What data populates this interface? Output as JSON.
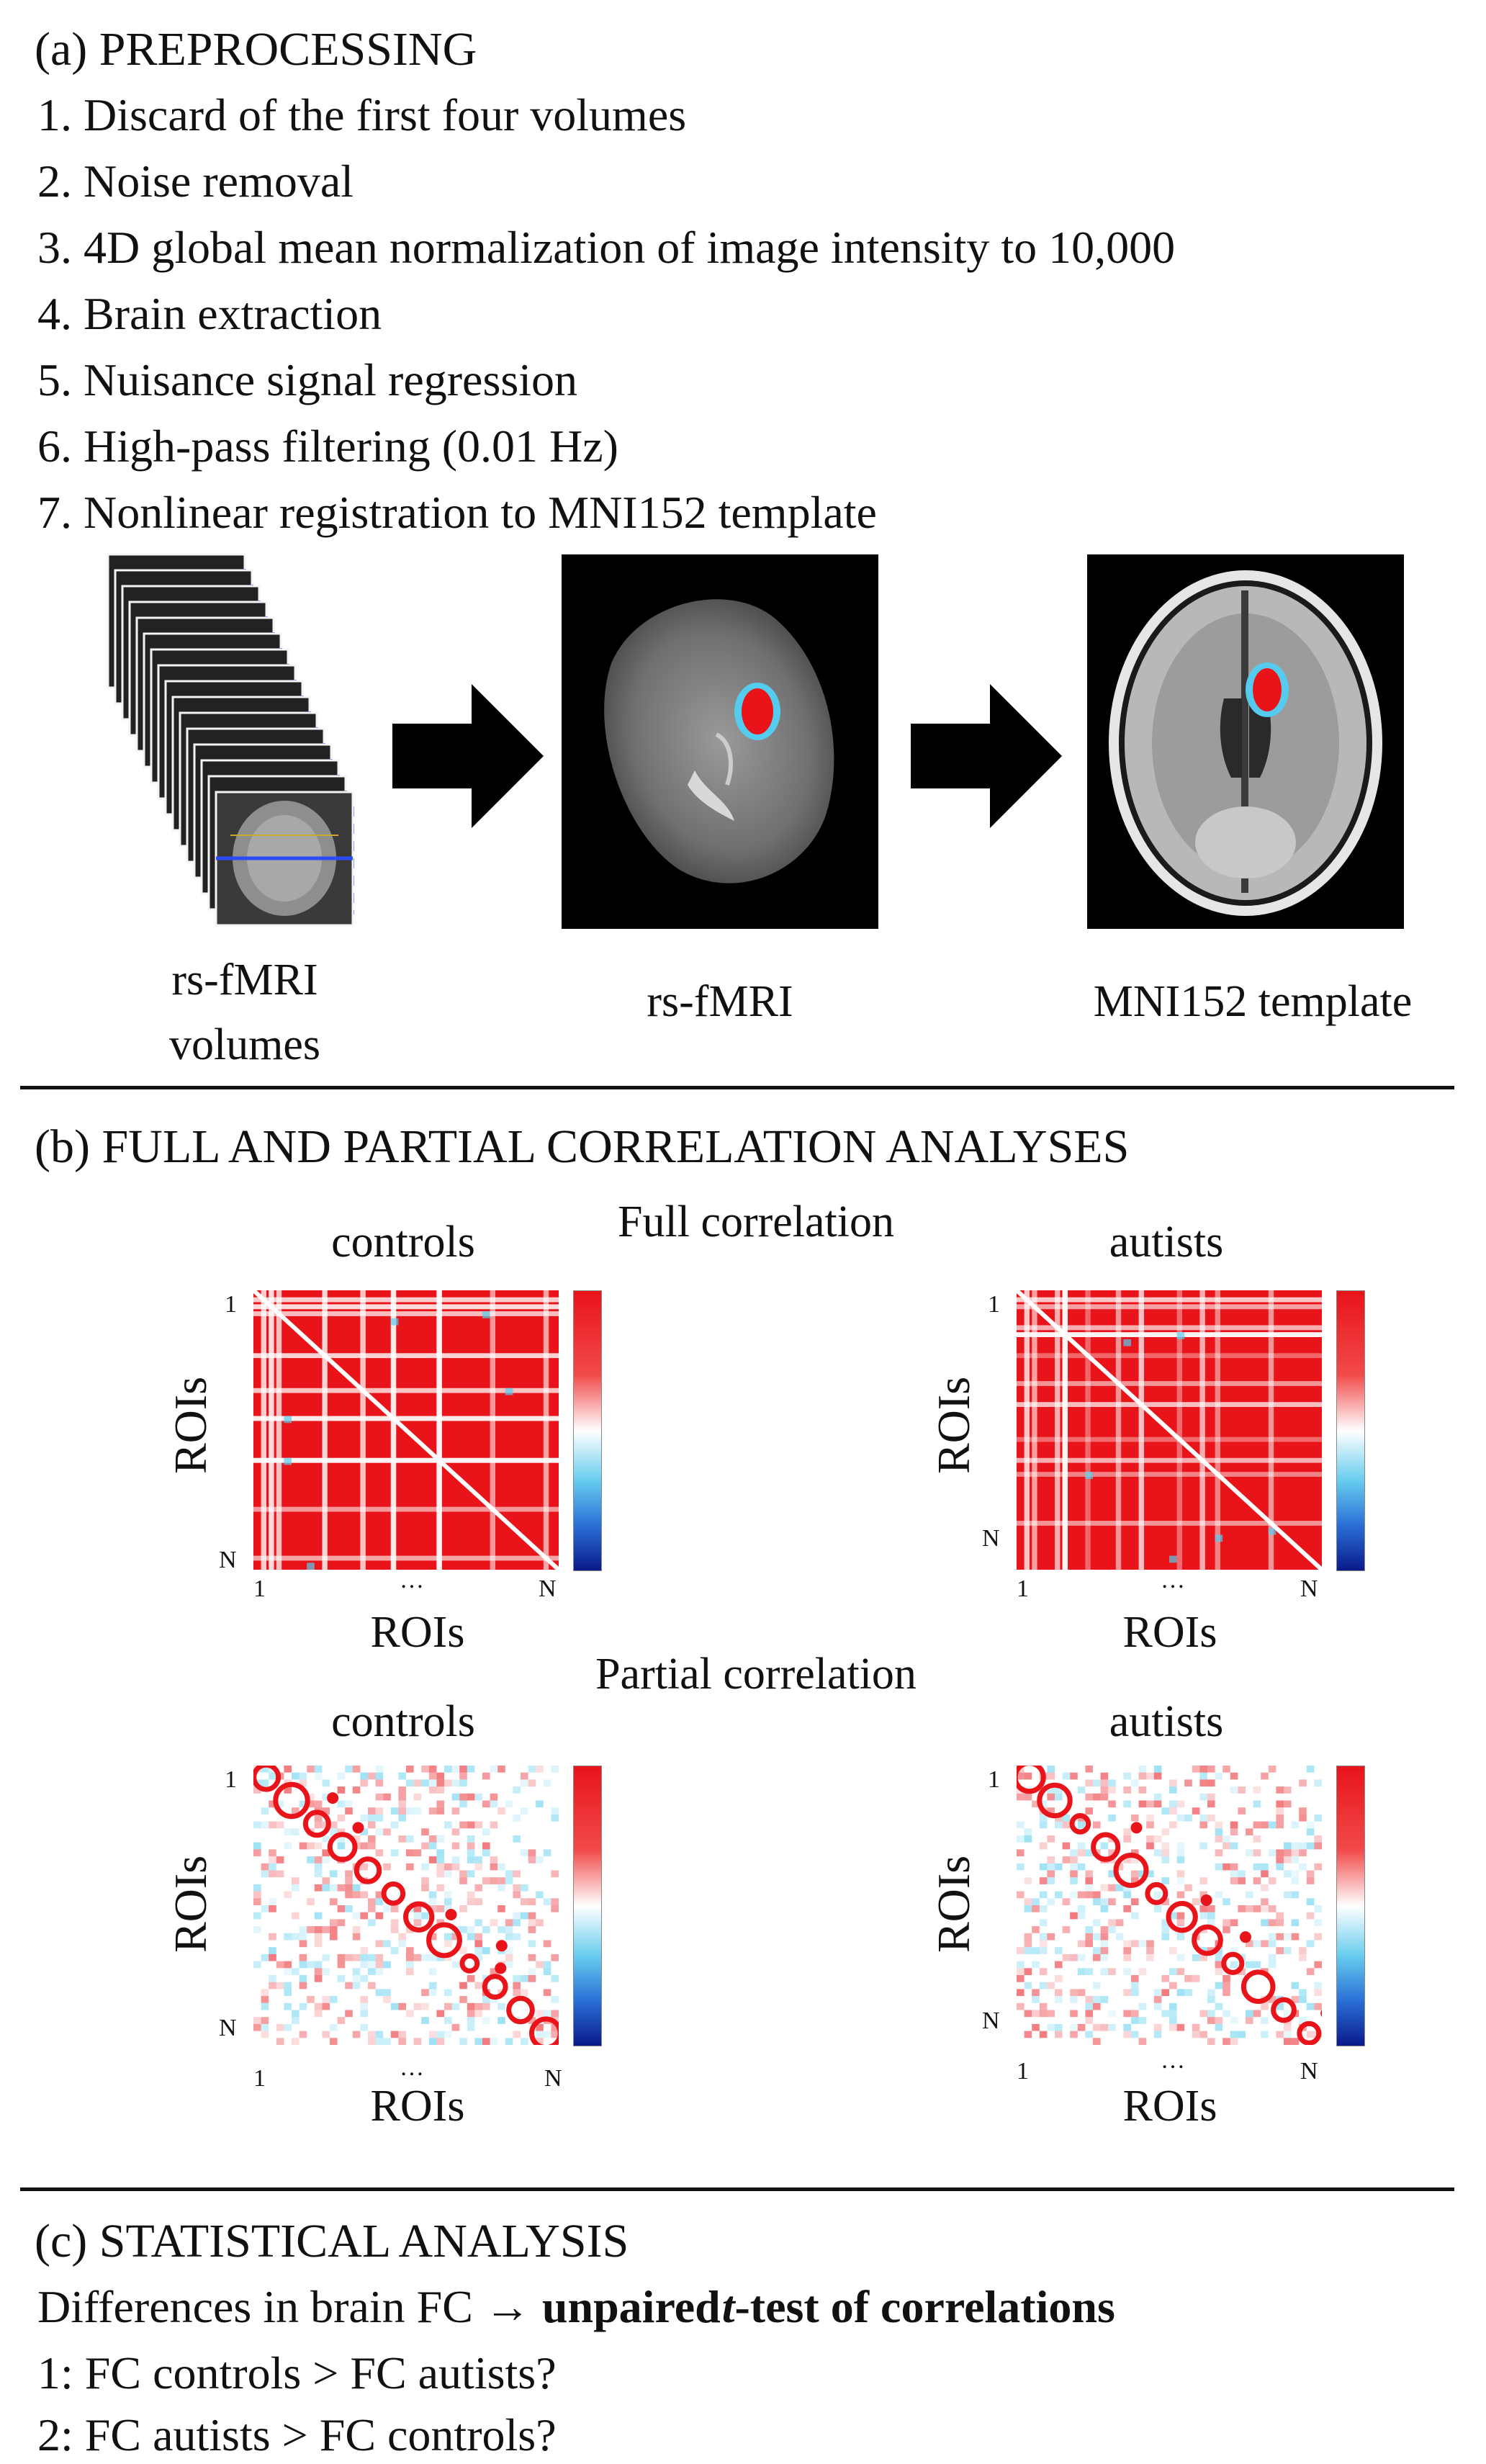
{
  "section_a": {
    "title": "(a) PREPROCESSING",
    "steps": [
      "1. Discard of the first four volumes",
      "2. Noise removal",
      "3. 4D global mean normalization of image intensity to 10,000",
      "4. Brain extraction",
      "5. Nuisance signal regression",
      "6. High-pass filtering (0.01 Hz)",
      "7. Nonlinear registration to MNI152 template"
    ],
    "images": {
      "volumes_label_1": "rs-fMRI",
      "volumes_label_2": "volumes",
      "fmri_label": "rs-fMRI",
      "template_label": "MNI152 template"
    }
  },
  "section_b": {
    "title": "(b) FULL AND PARTIAL CORRELATION ANALYSES",
    "full_title": "Full correlation",
    "partial_title": "Partial correlation",
    "group_left": "controls",
    "group_right": "autists",
    "axis_label": "ROIs",
    "tick_start": "1",
    "tick_end": "N",
    "tick_mid": "…"
  },
  "section_c": {
    "title": "(c) STATISTICAL ANALYSIS",
    "line1_prefix": "Differences in brain FC",
    "line1_arrow": "→",
    "line1_bold_a": "unpaired",
    "line1_bold_t": "t",
    "line1_bold_b": "-test of correlations",
    "q1": "1:  FC controls > FC autists?",
    "q2": "2:  FC autists > FC controls?"
  },
  "colors": {
    "positive": "#e8141a",
    "negative": "#0a1a8a",
    "cyan": "#55ccee",
    "image_bg": "#000000"
  }
}
